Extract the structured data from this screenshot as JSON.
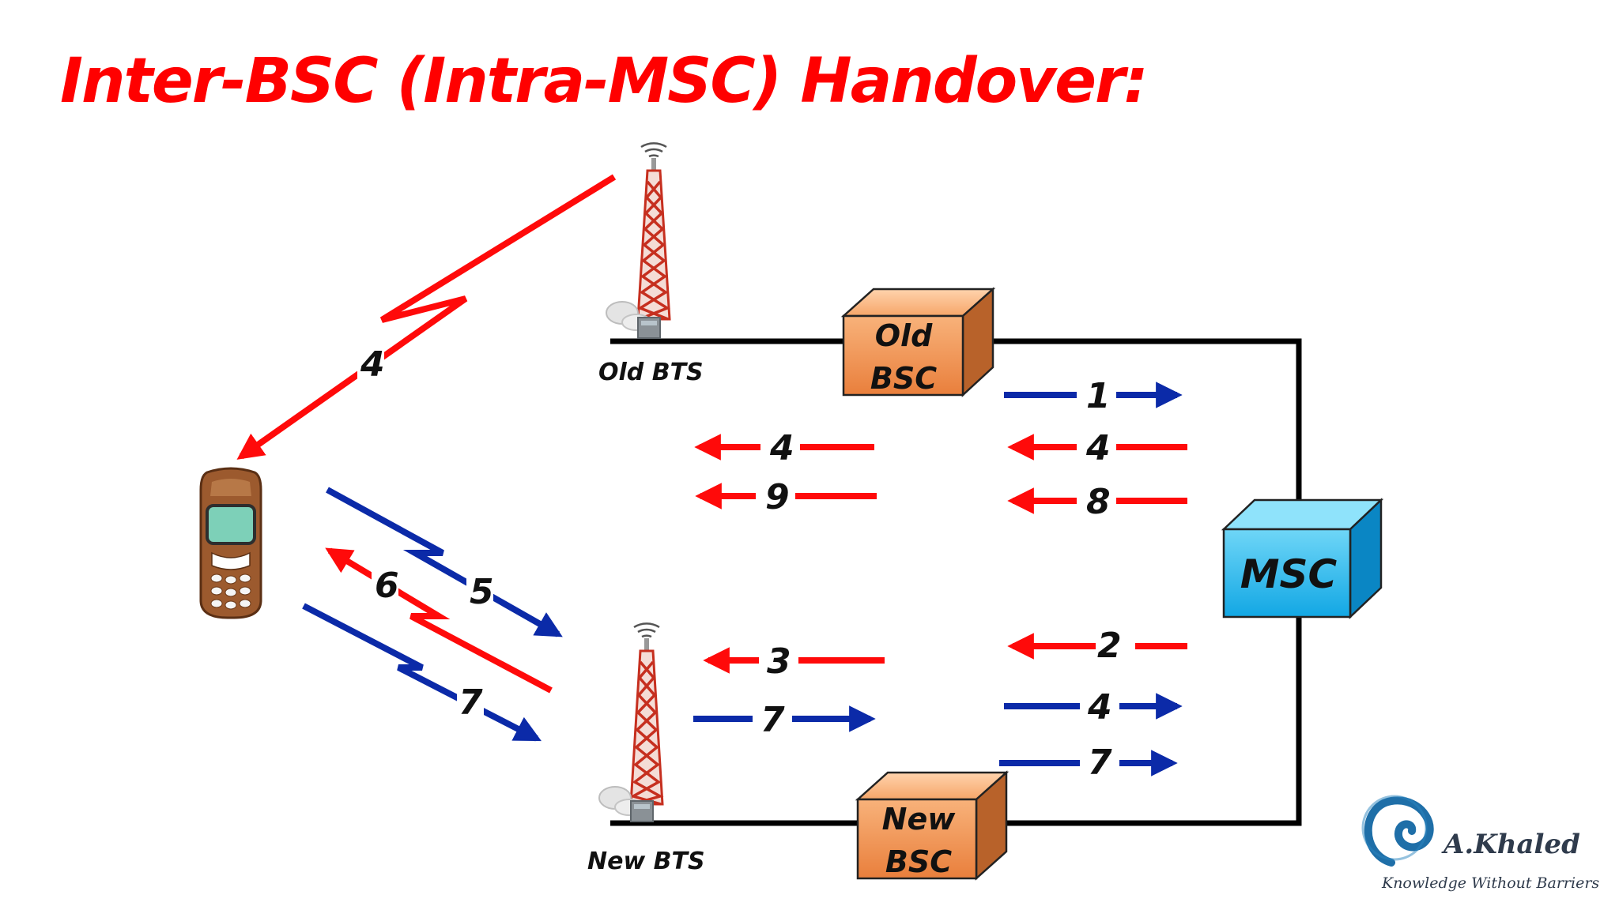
{
  "title": "Inter-BSC (Intra-MSC) Handover:",
  "nodes": {
    "old_bts": "Old BTS",
    "new_bts": "New BTS",
    "old_bsc": [
      "Old",
      "BSC"
    ],
    "new_bsc": [
      "New",
      "BSC"
    ],
    "msc": "MSC"
  },
  "messages": {
    "ms_old_bts": "4",
    "ms_new_bts_5": "5",
    "ms_new_bts_6": "6",
    "ms_new_bts_7": "7",
    "oldbts_oldbsc_4": "4",
    "oldbts_oldbsc_9": "9",
    "oldbsc_msc_1": "1",
    "oldbsc_msc_4": "4",
    "oldbsc_msc_8": "8",
    "newbts_newbsc_3": "3",
    "newbts_newbsc_7": "7",
    "newbsc_msc_2": "2",
    "newbsc_msc_4": "4",
    "newbsc_msc_7": "7"
  },
  "colors": {
    "red": "#ff0a0a",
    "blue": "#0b2aa8",
    "title": "#ff0000"
  },
  "logo": {
    "name": "A.Khaled",
    "tagline": "Knowledge Without Barriers"
  }
}
